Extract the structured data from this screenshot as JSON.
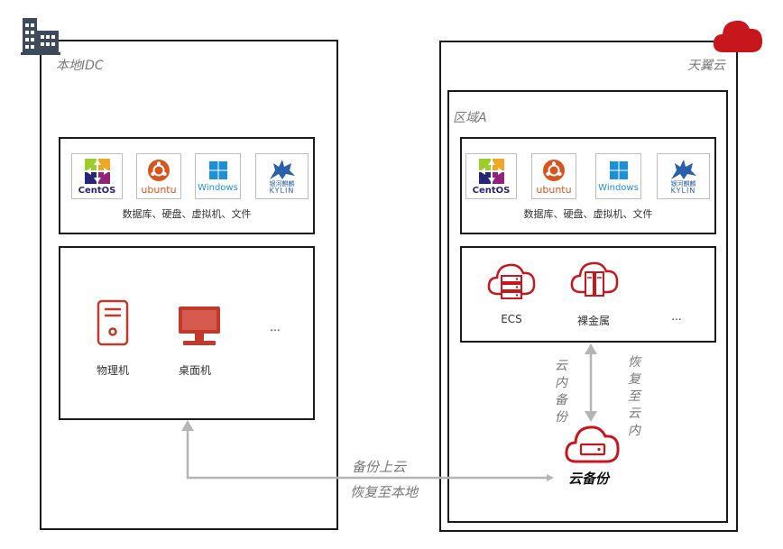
{
  "local": {
    "title": "本地IDC",
    "os_caption": "数据库、硬盘、虚拟机、文件",
    "devices": [
      {
        "label": "物理机"
      },
      {
        "label": "桌面机"
      },
      {
        "label": "..."
      }
    ]
  },
  "cloud": {
    "title": "天翼云",
    "region": "区域A",
    "os_caption": "数据库、硬盘、虚拟机、文件",
    "resources": [
      {
        "label": "ECS"
      },
      {
        "label": "裸金属"
      },
      {
        "label": "..."
      }
    ],
    "backup_label": "云备份",
    "in_cloud_backup": "云内备份",
    "restore_in_cloud": "恢复至云内"
  },
  "os_logos": [
    {
      "name": "CentOS"
    },
    {
      "name": "ubuntu"
    },
    {
      "name": "Windows"
    },
    {
      "name": "银河麒麟",
      "sub": "KYLIN"
    }
  ],
  "flows": {
    "backup_to_cloud": "备份上云",
    "restore_to_local": "恢复至本地"
  },
  "colors": {
    "accent_red": "#c8161d",
    "device_red": "#c0392b",
    "arrow_gray": "#b5b5b5",
    "label_gray": "#777777",
    "building_gray": "#3d4a5c",
    "windows_blue": "#1e90d6",
    "ubuntu_orange": "#d8541e"
  }
}
